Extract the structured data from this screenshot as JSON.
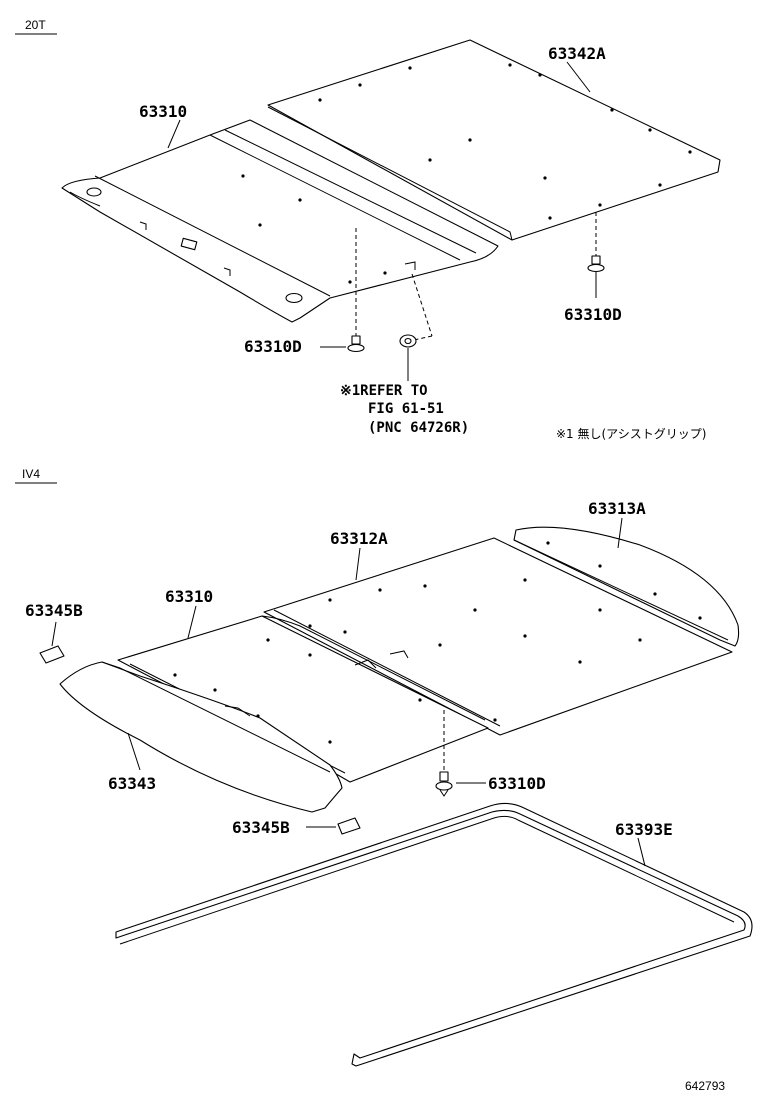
{
  "sections": [
    {
      "code": "20T"
    },
    {
      "code": "IV4"
    }
  ],
  "labels": {
    "s1_headlining": "63310",
    "s1_panel": "63342A",
    "s1_clip_left": "63310D",
    "s1_clip_right": "63310D",
    "s1_ref_line1": "※1REFER TO",
    "s1_ref_line2": "FIG 61-51",
    "s1_ref_line3": "(PNC 64726R)",
    "s1_note_jp": "※1 無し(アシストグリップ)",
    "s2_headlining": "63310",
    "s2_panel_mid": "63312A",
    "s2_panel_rear": "63313A",
    "s2_clip": "63310D",
    "s2_trim": "63343",
    "s2_cap_top": "63345B",
    "s2_cap_bottom": "63345B",
    "s2_weatherstrip": "63393E"
  },
  "figure_id": "642793",
  "colors": {
    "ink": "#000000",
    "paper": "#ffffff"
  }
}
